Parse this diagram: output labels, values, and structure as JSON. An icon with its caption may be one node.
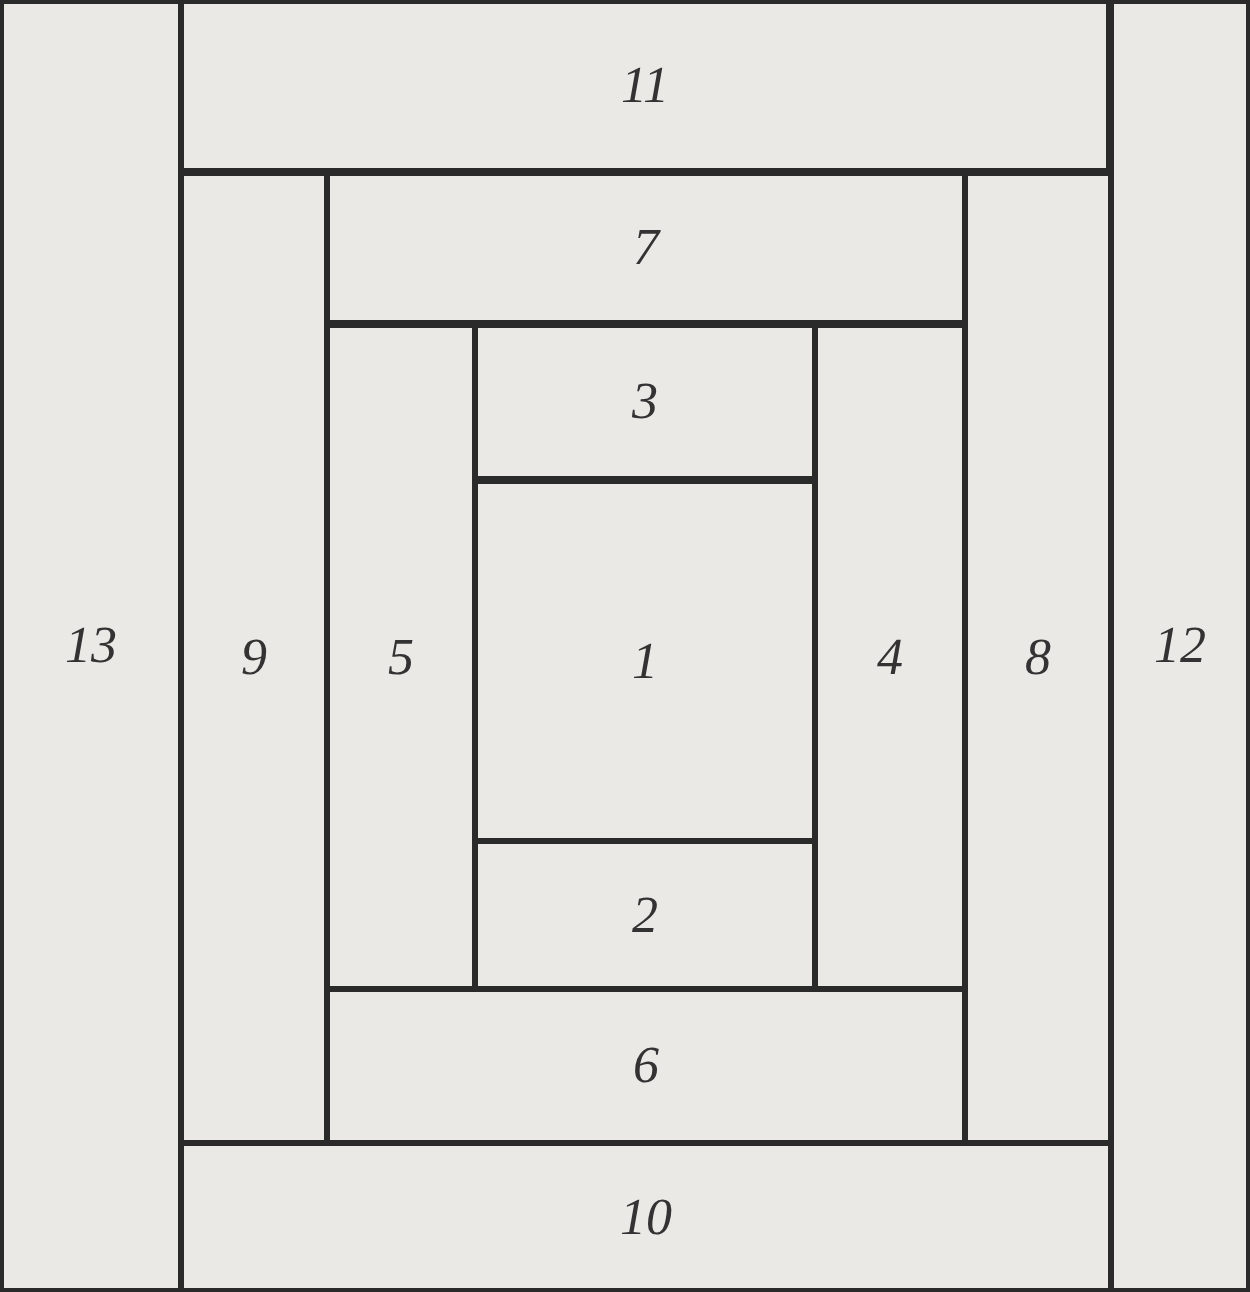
{
  "diagram": {
    "nodes": [
      {
        "text": [
          "11"
        ]
      },
      {
        "text": [
          "7"
        ]
      },
      {
        "text": [
          "3"
        ]
      },
      {
        "text": [
          "13"
        ]
      },
      {
        "text": [
          "9"
        ]
      },
      {
        "text": [
          "5"
        ]
      },
      {
        "text": [
          "1"
        ]
      },
      {
        "text": [
          "4"
        ]
      },
      {
        "text": [
          "8"
        ]
      },
      {
        "text": [
          "12"
        ]
      },
      {
        "text": [
          "2"
        ]
      },
      {
        "text": [
          "6"
        ]
      },
      {
        "text": [
          "10"
        ]
      }
    ]
  }
}
